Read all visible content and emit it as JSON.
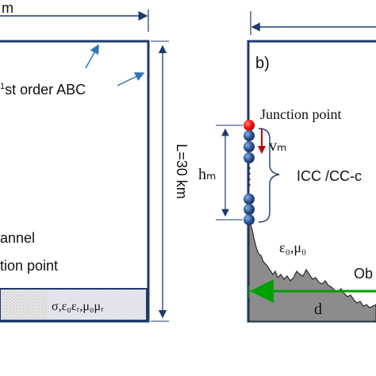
{
  "panel_a": {
    "top_dim_text": "m",
    "abc_label": "st order ABC",
    "abc_prefix": "1",
    "length_label": "L=30 km",
    "channel_text": "annel",
    "junction_text": "tion point",
    "ground_params": "σ,ε₀εᵣ,μ₀μᵣ"
  },
  "panel_b": {
    "panel_label": "b)",
    "junction_label": "Junction point",
    "velocity_label": "vₘ",
    "height_label": "hₘ",
    "icc_label": "ICC /CC-c",
    "medium_params": "ε₀,μ₀",
    "obstacle_text": "Ob",
    "distance_label": "d"
  },
  "colors": {
    "frame": "#1f3a6b",
    "arrow": "#2e75b6",
    "sphere": "#2f5597",
    "junction": "#ff0000",
    "velocity_arrow": "#c00000",
    "terrain": "#8c8c8c",
    "distance_arrow": "#00a000"
  }
}
